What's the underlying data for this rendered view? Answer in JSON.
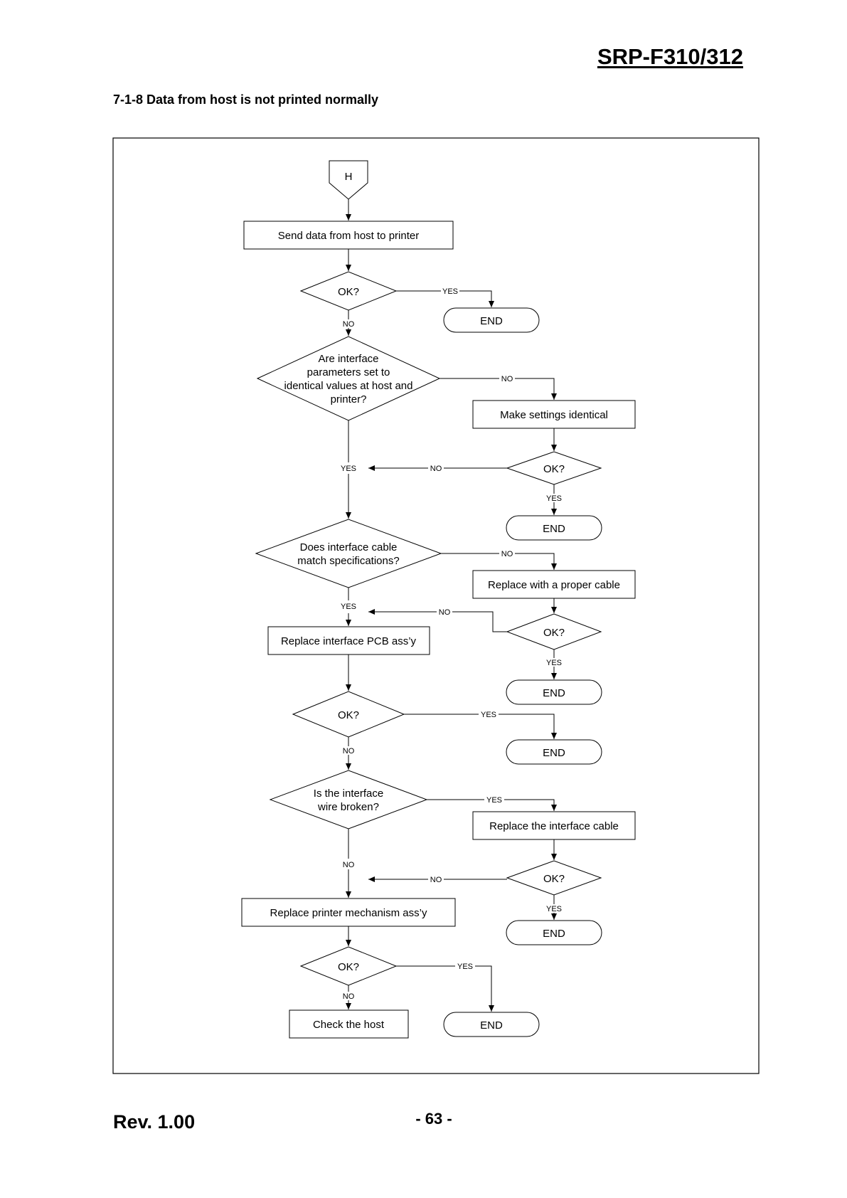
{
  "header": {
    "doc_title": "SRP-F310/312",
    "section_title": "7-1-8 Data from host is not printed normally"
  },
  "footer": {
    "revision": "Rev. 1.00",
    "page_number": "- 63 -"
  },
  "flowchart": {
    "connector": "H",
    "send_data": "Send data from host to printer",
    "ok_1": "OK?",
    "end_1": "END",
    "interface_params": [
      "Are interface",
      "parameters set to",
      "identical values at host and",
      "printer?"
    ],
    "make_identical": "Make settings identical",
    "ok_2": "OK?",
    "end_2": "END",
    "cable_spec": [
      "Does interface cable",
      "match specifications?"
    ],
    "replace_cable_proper": "Replace with a proper cable",
    "ok_3": "OK?",
    "end_3": "END",
    "replace_pcb": "Replace interface PCB ass’y",
    "ok_4": "OK?",
    "end_4": "END",
    "wire_broken": [
      "Is the interface",
      "wire broken?"
    ],
    "replace_interface_cable": "Replace the interface cable",
    "ok_5": "OK?",
    "end_5": "END",
    "replace_mechanism": "Replace printer mechanism ass’y",
    "ok_6": "OK?",
    "end_6": "END",
    "check_host": "Check the host",
    "labels": {
      "yes": "YES",
      "no": "NO"
    }
  }
}
